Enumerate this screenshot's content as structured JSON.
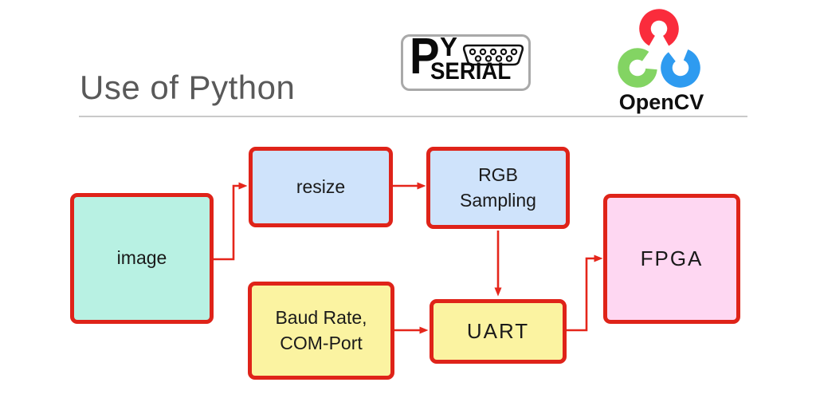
{
  "slide": {
    "title": "Use of Python"
  },
  "logos": {
    "pyserial": {
      "p": "P",
      "y": "Y",
      "serial": "SERIAL"
    },
    "opencv": {
      "label": "OpenCV",
      "ring_colors": {
        "red": "#fa2c3c",
        "green": "#83d463",
        "blue": "#2e9bf0"
      }
    }
  },
  "diagram": {
    "border_color": "#df2319",
    "arrow_color": "#e5261b",
    "nodes": {
      "image": {
        "label": "image",
        "fill": "#b8f1e3"
      },
      "resize": {
        "label": "resize",
        "fill": "#cfe3fb"
      },
      "rgb_sampling": {
        "label": "RGB\nSampling",
        "fill": "#cfe3fb"
      },
      "baud": {
        "label": "Baud Rate,\nCOM-Port",
        "fill": "#fbf3a1"
      },
      "uart": {
        "label": "UART",
        "fill": "#fbf3a1"
      },
      "fpga": {
        "label": "FPGA",
        "fill": "#fed7f2"
      }
    },
    "edges": [
      {
        "from": "image",
        "to": "resize"
      },
      {
        "from": "resize",
        "to": "rgb_sampling"
      },
      {
        "from": "rgb_sampling",
        "to": "uart"
      },
      {
        "from": "baud",
        "to": "uart"
      },
      {
        "from": "uart",
        "to": "fpga"
      }
    ]
  }
}
